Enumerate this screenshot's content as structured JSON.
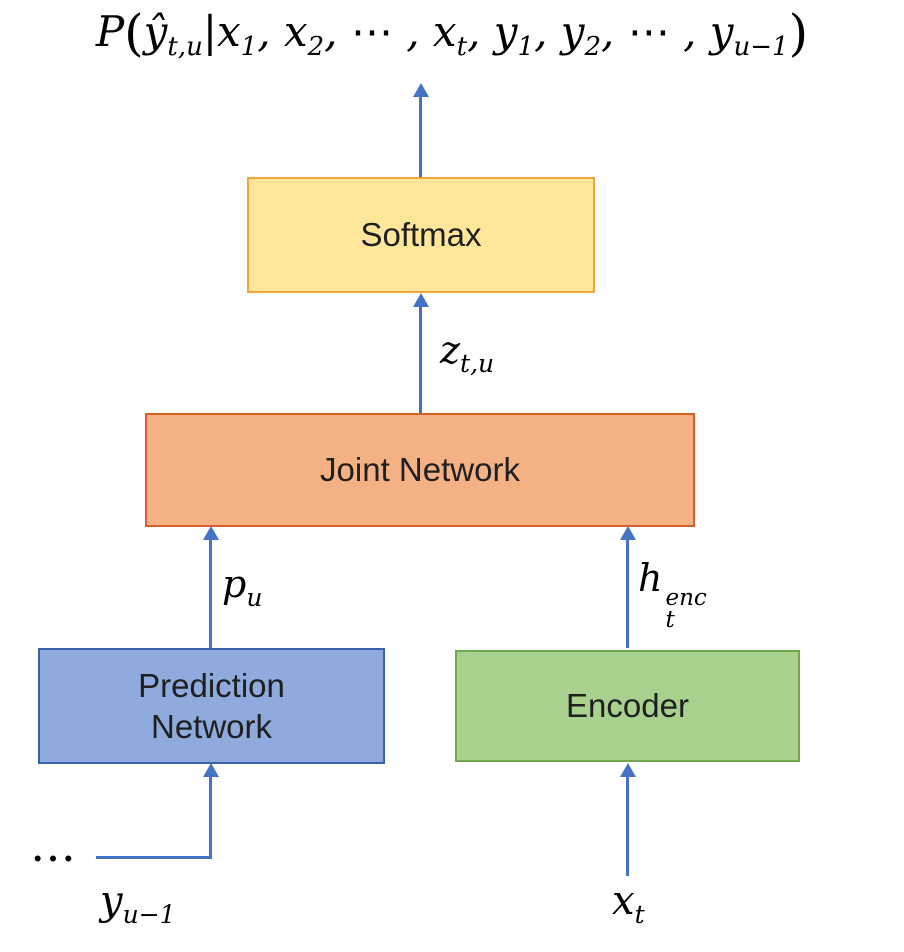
{
  "colors": {
    "arrow": "#4472C4",
    "softmax_fill": "#FFE699",
    "softmax_border": "#F0A63C",
    "joint_fill": "#F4B183",
    "joint_border": "#D2622A",
    "prediction_fill": "#8FAADC",
    "prediction_border": "#3A62AC",
    "encoder_fill": "#A9D18E",
    "encoder_border": "#6FA84F",
    "text": "#000000"
  },
  "formula": {
    "segments": [
      "P",
      "(",
      "ŷ",
      "t,u",
      "|x",
      "1",
      ", x",
      "2",
      ", ⋯ , x",
      "t",
      ", y",
      "1",
      ", y",
      "2",
      ", ⋯ , y",
      "u−1",
      ")"
    ]
  },
  "boxes": {
    "softmax": {
      "label": "Softmax"
    },
    "joint": {
      "label": "Joint Network"
    },
    "prediction": {
      "label": "Prediction Network"
    },
    "encoder": {
      "label": "Encoder"
    }
  },
  "labels": {
    "z": {
      "base": "z",
      "sub": "t,u"
    },
    "p": {
      "base": "p",
      "sub": "u"
    },
    "h": {
      "base": "h",
      "sup": "enc",
      "sub": "t"
    },
    "y_input": {
      "base": "y",
      "sub": "u−1"
    },
    "x_input": {
      "base": "x",
      "sub": "t"
    },
    "dots": "…"
  }
}
